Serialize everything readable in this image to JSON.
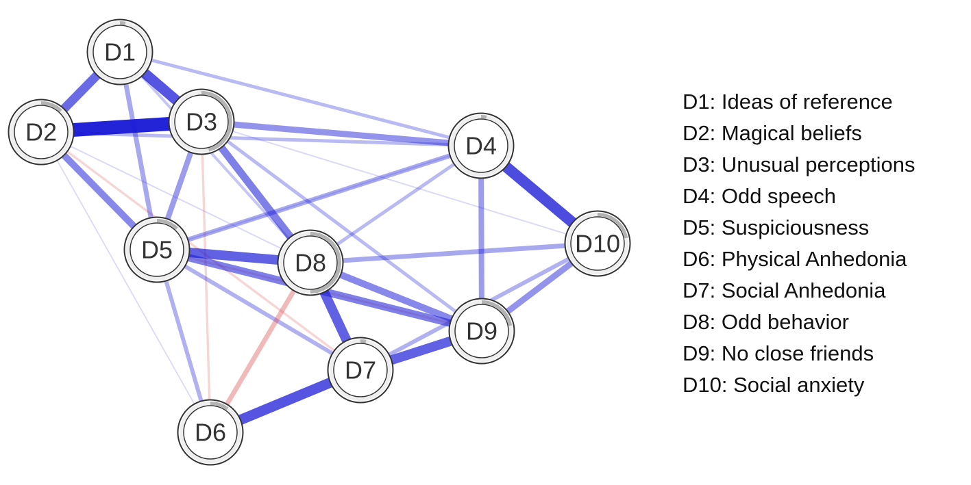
{
  "network": {
    "nodes": [
      {
        "id": "D1",
        "label": "D1",
        "pie": 0.03
      },
      {
        "id": "D2",
        "label": "D2",
        "pie": 0.12
      },
      {
        "id": "D3",
        "label": "D3",
        "pie": 0.46
      },
      {
        "id": "D4",
        "label": "D4",
        "pie": 0.03
      },
      {
        "id": "D5",
        "label": "D5",
        "pie": 0.12
      },
      {
        "id": "D6",
        "label": "D6",
        "pie": 0.1
      },
      {
        "id": "D7",
        "label": "D7",
        "pie": 0.03
      },
      {
        "id": "D8",
        "label": "D8",
        "pie": 0.5
      },
      {
        "id": "D9",
        "label": "D9",
        "pie": 0.22
      },
      {
        "id": "D10",
        "label": "D10",
        "pie": 0.22
      }
    ],
    "edges": [
      {
        "source": "D2",
        "target": "D3",
        "weight": 0.95,
        "sign": "positive"
      },
      {
        "source": "D1",
        "target": "D2",
        "weight": 0.6,
        "sign": "positive"
      },
      {
        "source": "D1",
        "target": "D3",
        "weight": 0.7,
        "sign": "positive"
      },
      {
        "source": "D4",
        "target": "D10",
        "weight": 0.75,
        "sign": "positive"
      },
      {
        "source": "D7",
        "target": "D6",
        "weight": 0.7,
        "sign": "positive"
      },
      {
        "source": "D7",
        "target": "D9",
        "weight": 0.65,
        "sign": "positive"
      },
      {
        "source": "D5",
        "target": "D8",
        "weight": 0.65,
        "sign": "positive"
      },
      {
        "source": "D8",
        "target": "D7",
        "weight": 0.65,
        "sign": "positive"
      },
      {
        "source": "D3",
        "target": "D4",
        "weight": 0.4,
        "sign": "positive"
      },
      {
        "source": "D3",
        "target": "D8",
        "weight": 0.5,
        "sign": "positive"
      },
      {
        "source": "D2",
        "target": "D5",
        "weight": 0.45,
        "sign": "positive"
      },
      {
        "source": "D5",
        "target": "D9",
        "weight": 0.5,
        "sign": "positive"
      },
      {
        "source": "D8",
        "target": "D9",
        "weight": 0.45,
        "sign": "positive"
      },
      {
        "source": "D10",
        "target": "D9",
        "weight": 0.4,
        "sign": "positive"
      },
      {
        "source": "D3",
        "target": "D5",
        "weight": 0.35,
        "sign": "positive"
      },
      {
        "source": "D4",
        "target": "D9",
        "weight": 0.35,
        "sign": "positive"
      },
      {
        "source": "D8",
        "target": "D10",
        "weight": 0.3,
        "sign": "positive"
      },
      {
        "source": "D5",
        "target": "D4",
        "weight": 0.3,
        "sign": "positive"
      },
      {
        "source": "D1",
        "target": "D5",
        "weight": 0.3,
        "sign": "positive"
      },
      {
        "source": "D5",
        "target": "D7",
        "weight": 0.25,
        "sign": "positive"
      },
      {
        "source": "D5",
        "target": "D6",
        "weight": 0.25,
        "sign": "positive"
      },
      {
        "source": "D10",
        "target": "D7",
        "weight": 0.25,
        "sign": "positive"
      },
      {
        "source": "D1",
        "target": "D4",
        "weight": 0.2,
        "sign": "positive"
      },
      {
        "source": "D2",
        "target": "D4",
        "weight": 0.2,
        "sign": "positive"
      },
      {
        "source": "D8",
        "target": "D4",
        "weight": 0.2,
        "sign": "positive"
      },
      {
        "source": "D3",
        "target": "D9",
        "weight": 0.2,
        "sign": "positive"
      },
      {
        "source": "D1",
        "target": "D8",
        "weight": 0.15,
        "sign": "positive"
      },
      {
        "source": "D8",
        "target": "D6",
        "weight": 0.3,
        "sign": "negative"
      },
      {
        "source": "D2",
        "target": "D7",
        "weight": 0.12,
        "sign": "negative"
      },
      {
        "source": "D3",
        "target": "D6",
        "weight": 0.12,
        "sign": "negative"
      },
      {
        "source": "D9",
        "target": "D5",
        "weight": 0.1,
        "sign": "negative"
      },
      {
        "source": "D4",
        "target": "D5",
        "weight": 0.05,
        "sign": "positive"
      },
      {
        "source": "D2",
        "target": "D6",
        "weight": 0.04,
        "sign": "positive"
      },
      {
        "source": "D2",
        "target": "D8",
        "weight": 0.05,
        "sign": "positive"
      },
      {
        "source": "D3",
        "target": "D10",
        "weight": 0.05,
        "sign": "positive"
      }
    ],
    "colors": {
      "positive": "#1a1ad6",
      "negative": "#d94a4a",
      "node_fill": "#ffffff",
      "node_border": "#333333",
      "pie_track": "#eeeeee",
      "pie_fill": "#b3b3b3"
    }
  },
  "legend": [
    "D1: Ideas of reference",
    "D2: Magical beliefs",
    "D3: Unusual perceptions",
    "D4: Odd speech",
    "D5: Suspiciousness",
    "D6: Physical Anhedonia",
    "D7: Social Anhedonia",
    "D8: Odd behavior",
    "D9: No close friends",
    "D10: Social anxiety"
  ]
}
